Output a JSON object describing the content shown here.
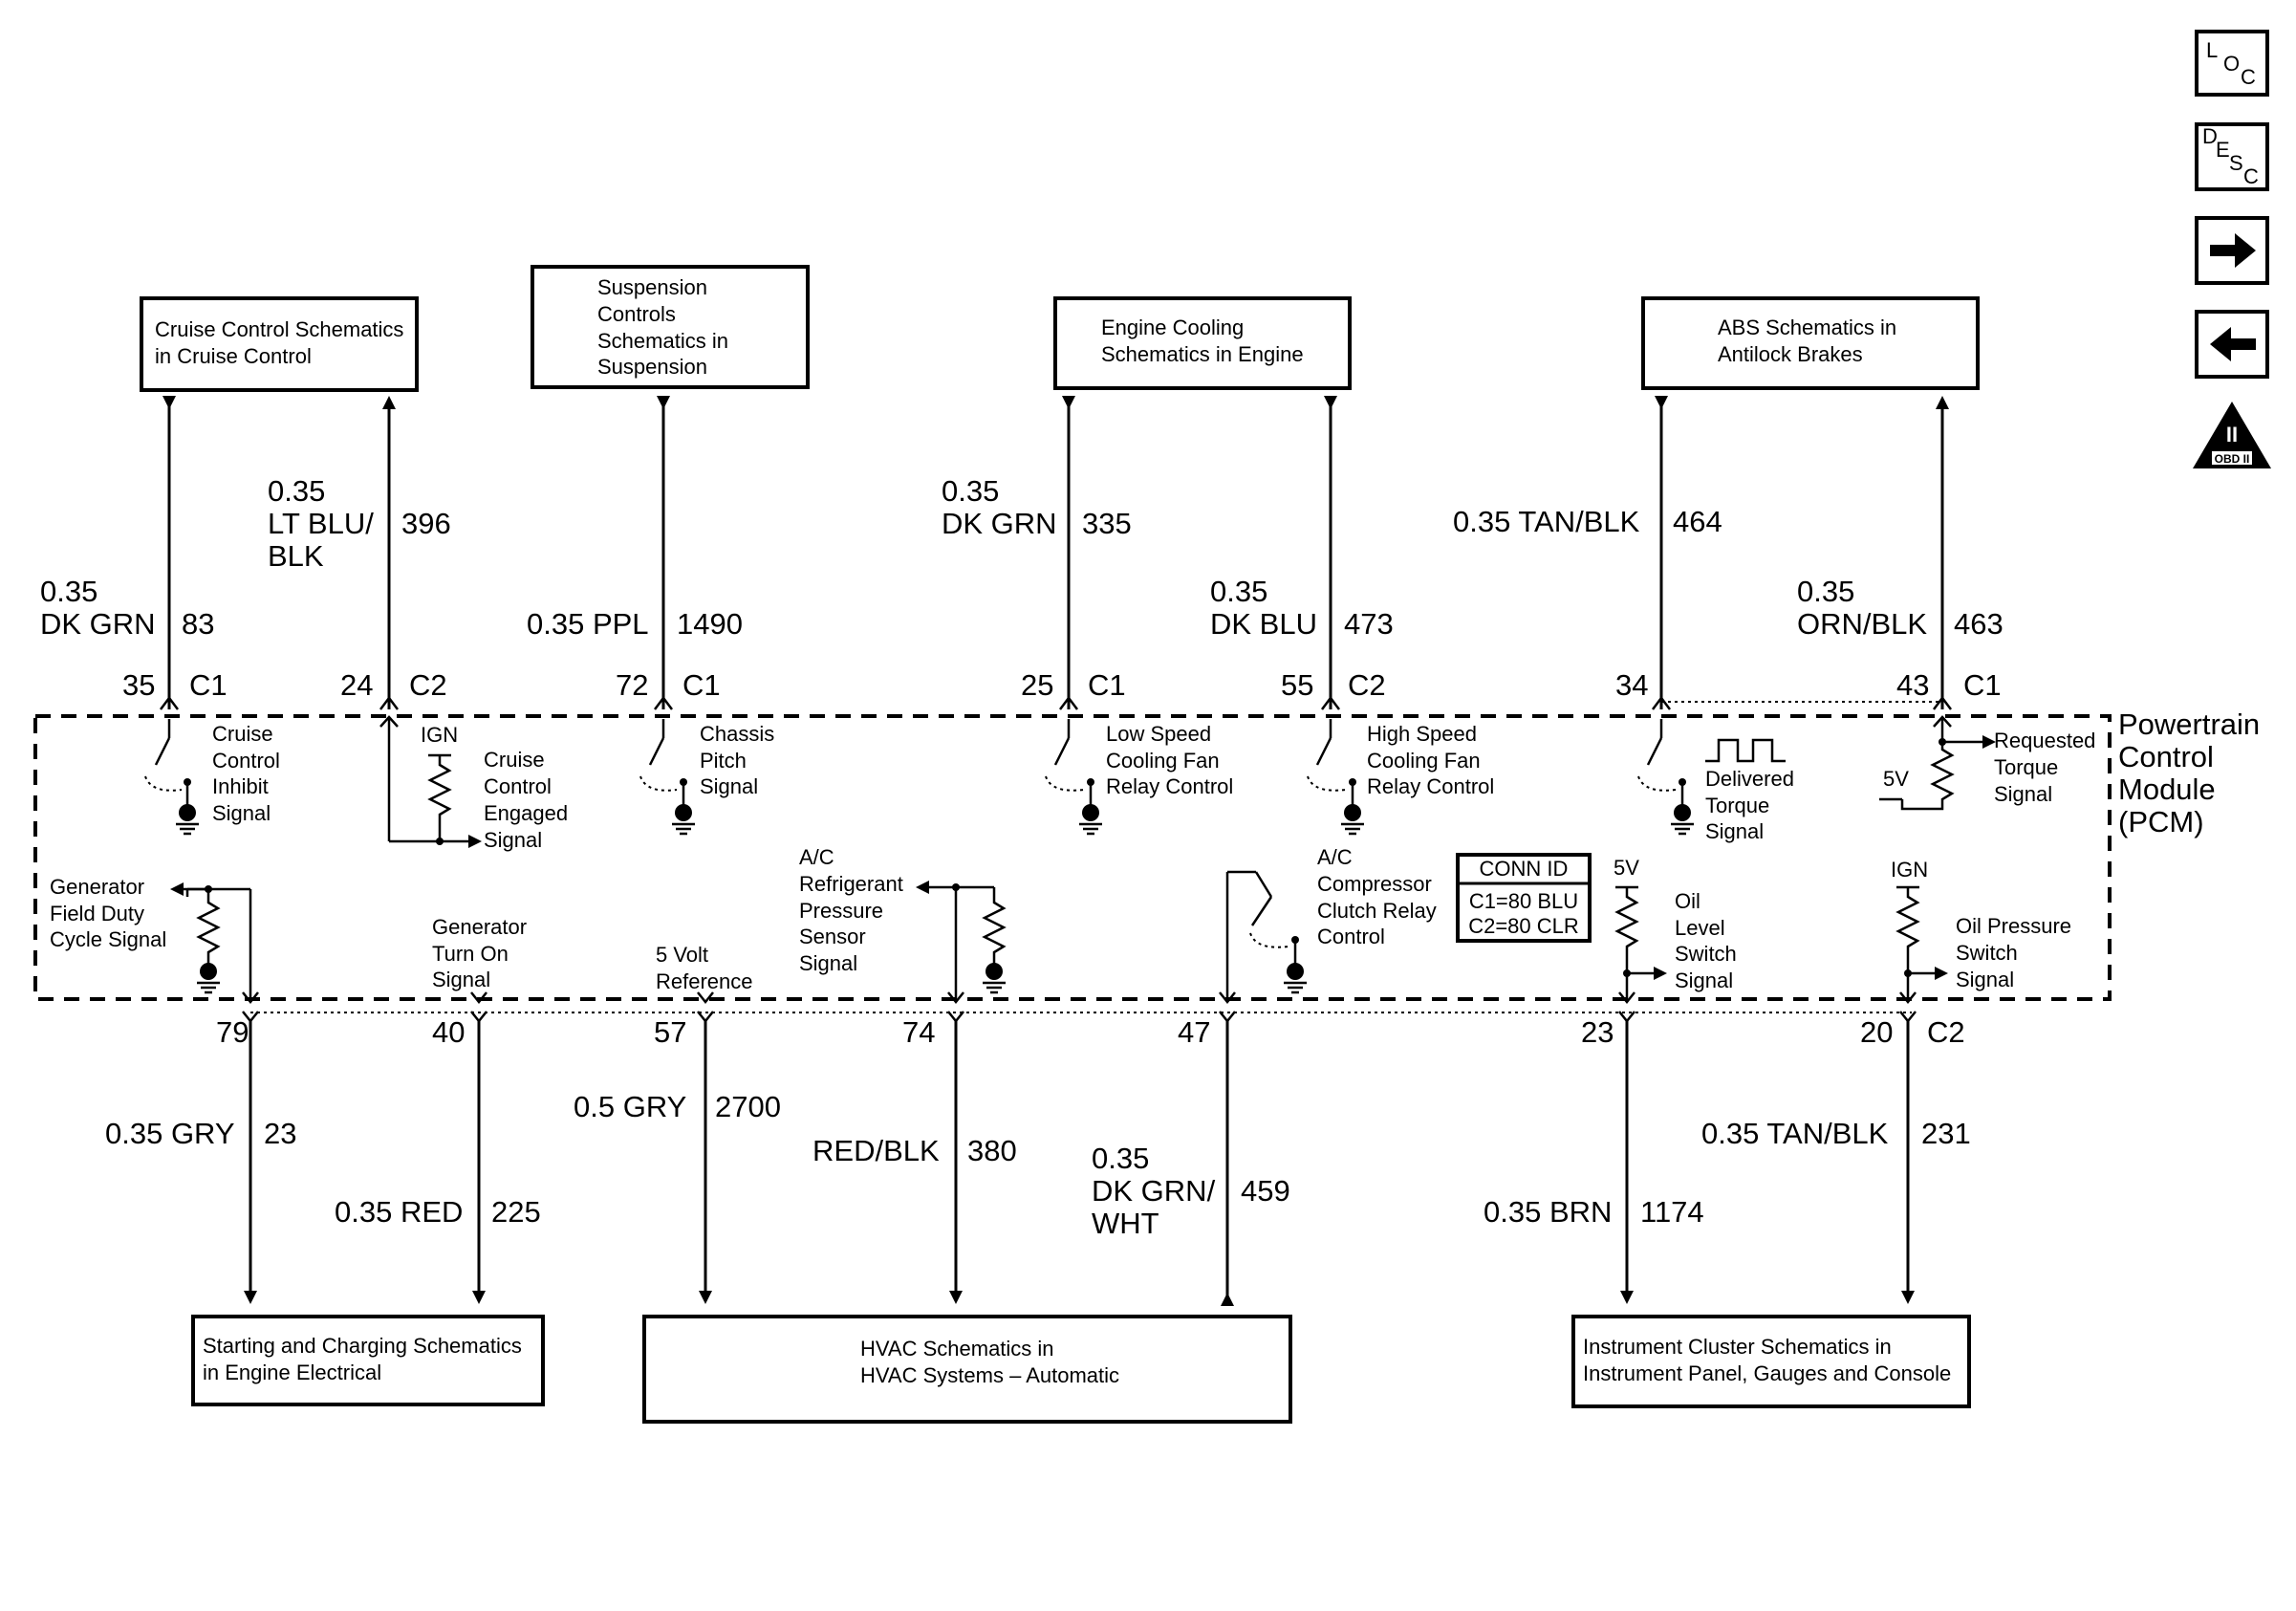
{
  "nav": {
    "loc": {
      "l": "L",
      "o": "O",
      "c": "C"
    },
    "desc": {
      "d": "D",
      "e": "E",
      "s": "S",
      "c": "C"
    },
    "obd_numeral": "II",
    "obd_text": "OBD II"
  },
  "pcm": {
    "l1": "Powertrain",
    "l2": "Control",
    "l3": "Module",
    "l4": "(PCM)"
  },
  "conn_id": {
    "title": "CONN ID",
    "c1": "C1=80 BLU",
    "c2": "C2=80 CLR"
  },
  "top_boxes": {
    "cruise": [
      "Cruise Control Schematics",
      "in Cruise Control"
    ],
    "suspension": [
      "Suspension",
      "Controls",
      "Schematics in",
      "Suspension"
    ],
    "engine_cooling": [
      "Engine Cooling",
      "Schematics in Engine"
    ],
    "abs": [
      "ABS Schematics in",
      "Antilock Brakes"
    ]
  },
  "bottom_boxes": {
    "starting": [
      "Starting and Charging Schematics",
      "in Engine Electrical"
    ],
    "hvac": [
      "HVAC Schematics in",
      "HVAC Systems – Automatic"
    ],
    "instrument": [
      "Instrument Cluster Schematics in",
      "Instrument Panel, Gauges and Console"
    ]
  },
  "top_wires": {
    "w83": {
      "size": "0.35",
      "color": "DK GRN",
      "circuit": "83",
      "pin": "35",
      "conn": "C1"
    },
    "w396": {
      "size": "0.35",
      "color1": "LT BLU/",
      "color2": "BLK",
      "circuit": "396",
      "pin": "24",
      "conn": "C2"
    },
    "w1490": {
      "label": "0.35 PPL",
      "circuit": "1490",
      "pin": "72",
      "conn": "C1"
    },
    "w335": {
      "size": "0.35",
      "color": "DK GRN",
      "circuit": "335",
      "pin": "25",
      "conn": "C1"
    },
    "w473": {
      "size": "0.35",
      "color": "DK BLU",
      "circuit": "473",
      "pin": "55",
      "conn": "C2"
    },
    "w464": {
      "label": "0.35 TAN/BLK",
      "circuit": "464",
      "pin": "34"
    },
    "w463": {
      "size": "0.35",
      "color": "ORN/BLK",
      "circuit": "463",
      "pin": "43",
      "conn": "C1"
    }
  },
  "bottom_wires": {
    "w23": {
      "label": "0.35 GRY",
      "circuit": "23",
      "pin": "79"
    },
    "w225": {
      "label": "0.35 RED",
      "circuit": "225",
      "pin": "40"
    },
    "w2700": {
      "label": "0.5 GRY",
      "circuit": "2700",
      "pin": "57"
    },
    "w380": {
      "label": "RED/BLK",
      "circuit": "380",
      "pin": "74"
    },
    "w459": {
      "size": "0.35",
      "color1": "DK GRN/",
      "color2": "WHT",
      "circuit": "459",
      "pin": "47"
    },
    "w1174": {
      "label": "0.35 BRN",
      "circuit": "1174",
      "pin": "23"
    },
    "w231": {
      "label": "0.35 TAN/BLK",
      "circuit": "231",
      "pin": "20",
      "conn": "C2"
    }
  },
  "signals": {
    "cruise_inhibit": [
      "Cruise",
      "Control",
      "Inhibit",
      "Signal"
    ],
    "cruise_engaged": [
      "Cruise",
      "Control",
      "Engaged",
      "Signal"
    ],
    "ign": "IGN",
    "chassis_pitch": [
      "Chassis",
      "Pitch",
      "Signal"
    ],
    "low_speed_fan": [
      "Low Speed",
      "Cooling Fan",
      "Relay Control"
    ],
    "high_speed_fan": [
      "High Speed",
      "Cooling Fan",
      "Relay Control"
    ],
    "delivered_torque": [
      "Delivered",
      "Torque",
      "Signal"
    ],
    "requested_torque": [
      "Requested",
      "Torque",
      "Signal"
    ],
    "five_v": "5V",
    "gen_field": [
      "Generator",
      "Field Duty",
      "Cycle Signal"
    ],
    "gen_turn_on": [
      "Generator",
      "Turn On",
      "Signal"
    ],
    "five_volt_ref": [
      "5 Volt",
      "Reference"
    ],
    "ac_pressure": [
      "A/C",
      "Refrigerant",
      "Pressure",
      "Sensor",
      "Signal"
    ],
    "ac_clutch": [
      "A/C",
      "Compressor",
      "Clutch Relay",
      "Control"
    ],
    "oil_level": [
      "Oil",
      "Level",
      "Switch",
      "Signal"
    ],
    "oil_pressure": [
      "Oil Pressure",
      "Switch",
      "Signal"
    ]
  }
}
